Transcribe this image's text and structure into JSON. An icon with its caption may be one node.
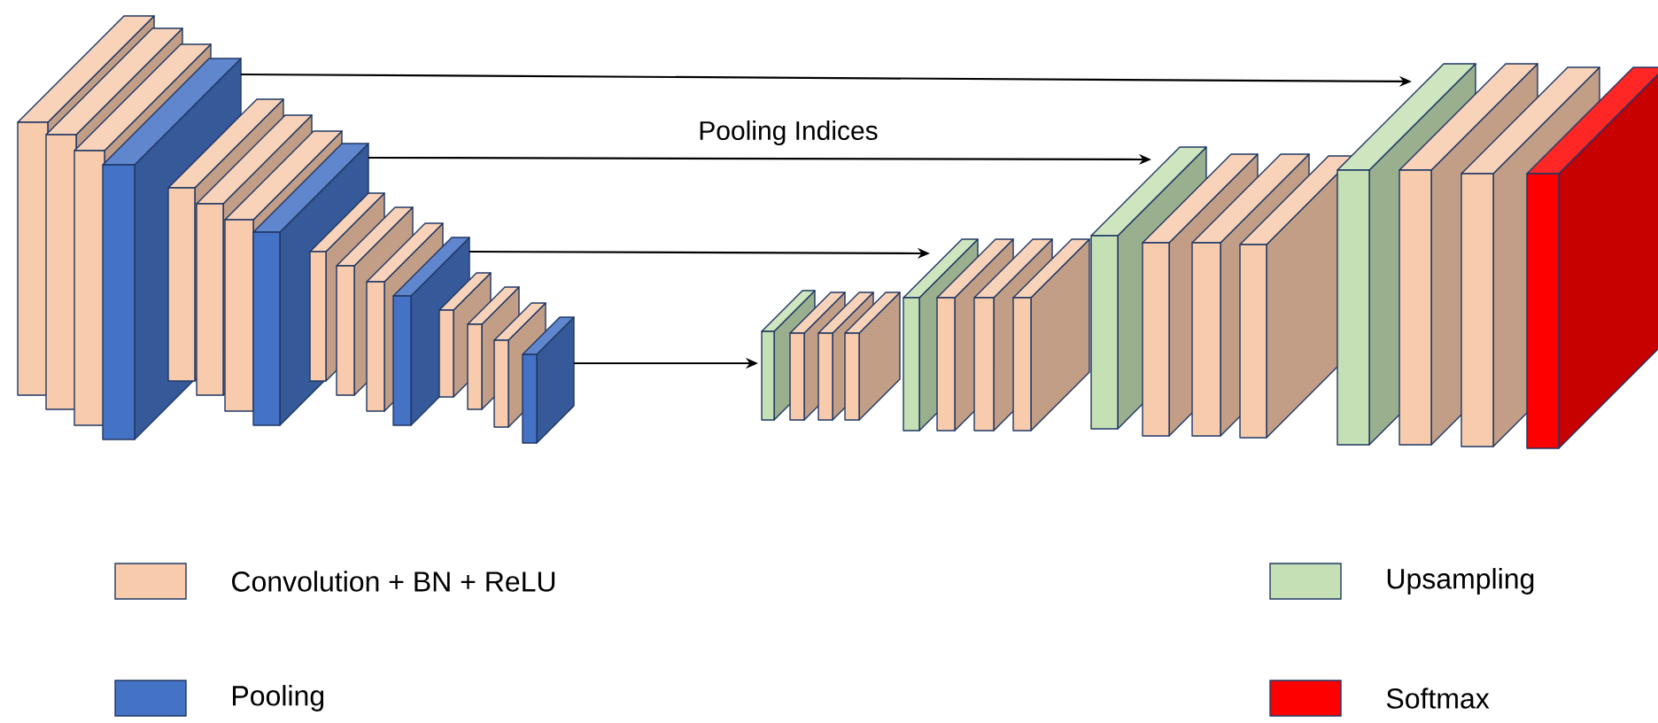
{
  "diagram": {
    "nodes": [
      {
        "text": [],
        "shape": "box"
      },
      {
        "text": [],
        "shape": "box"
      },
      {
        "text": [],
        "shape": "box"
      },
      {
        "text": [],
        "shape": "box"
      },
      {
        "text": [],
        "shape": "box"
      },
      {
        "text": [],
        "shape": "box"
      },
      {
        "text": [],
        "shape": "box"
      },
      {
        "text": [],
        "shape": "box"
      }
    ],
    "edges": [
      {
        "from": 0,
        "to": 7,
        "arrow": "to"
      },
      {
        "from": 1,
        "to": 6,
        "arrow": "to",
        "label": "Pooling Indices"
      },
      {
        "from": 2,
        "to": 5,
        "arrow": "to"
      },
      {
        "from": 3,
        "to": 4,
        "arrow": "to"
      }
    ],
    "legend": [
      {
        "text": "Convolution + BN + ReLU",
        "color": "#f8cbad"
      },
      {
        "text": "Upsampling",
        "color": "#c5e0b4"
      },
      {
        "text": "Pooling",
        "color": "#4472c4"
      },
      {
        "text": "Softmax",
        "color": "#ff0000"
      }
    ]
  }
}
